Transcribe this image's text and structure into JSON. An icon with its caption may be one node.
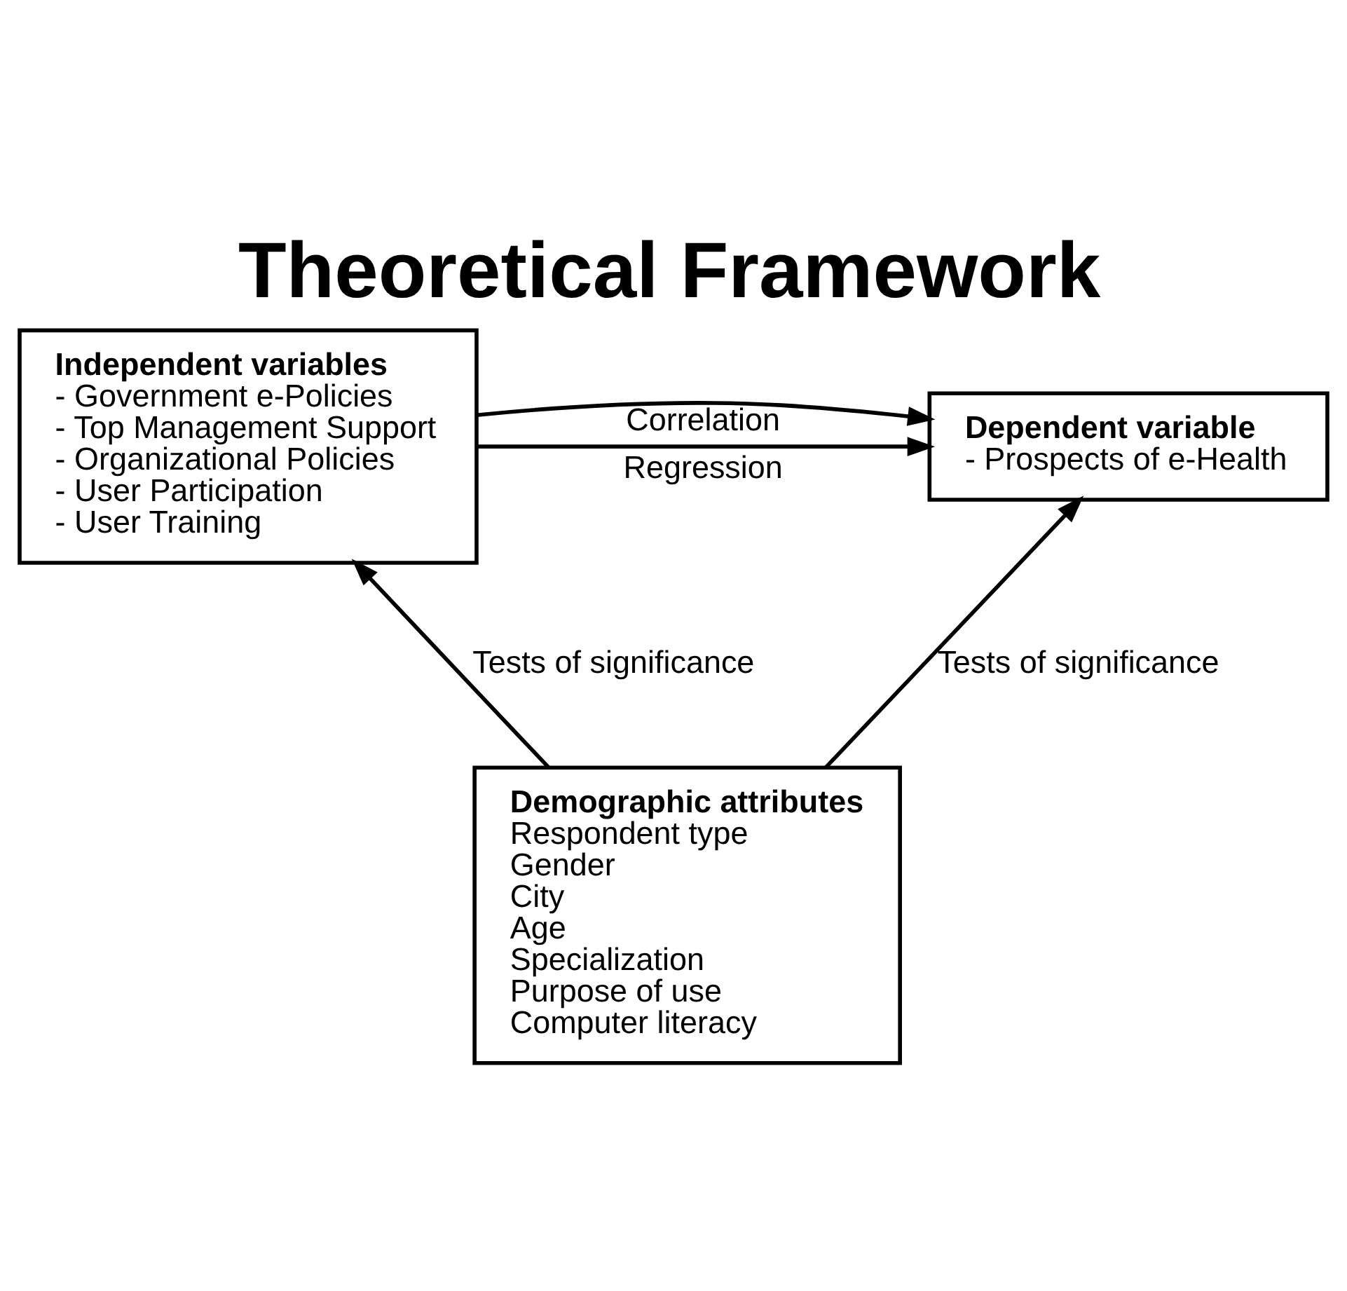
{
  "diagram": {
    "title": "Theoretical Framework",
    "nodes": [
      {
        "text": [
          "Independent variables",
          "- Government e-Policies",
          "- Top Management Support",
          "- Organizational Policies",
          "- User Participation",
          "- User Training"
        ]
      },
      {
        "text": [
          "Dependent variable",
          "- Prospects of e-Health"
        ]
      },
      {
        "text": [
          "Demographic attributes",
          "Respondent type",
          "Gender",
          "City",
          "Age",
          "Specialization",
          "Purpose of use",
          "Computer literacy"
        ]
      }
    ],
    "edges": [
      {
        "from": 0,
        "to": 1,
        "arrow": "to",
        "label": "Correlation"
      },
      {
        "from": 0,
        "to": 1,
        "arrow": "to",
        "label": "Regression"
      },
      {
        "from": 2,
        "to": 0,
        "arrow": "to",
        "label": "Tests of significance"
      },
      {
        "from": 2,
        "to": 1,
        "arrow": "to",
        "label": "Tests of significance"
      }
    ]
  }
}
